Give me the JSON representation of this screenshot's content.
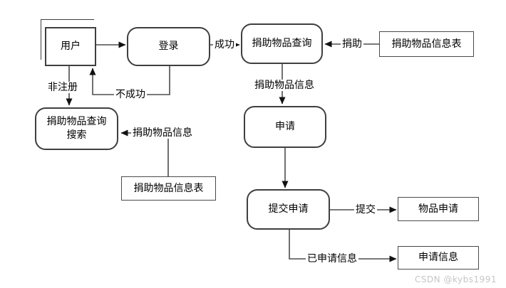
{
  "diagram": {
    "title": "donation-items-application-data-flow-diagram",
    "nodes": {
      "user": {
        "label": "用户",
        "shape": "external-entity"
      },
      "login": {
        "label": "登录",
        "shape": "process"
      },
      "donation_query": {
        "label": "捐助物品查询",
        "shape": "process"
      },
      "donation_info_table_top": {
        "label": "捐助物品信息表",
        "shape": "data-store"
      },
      "donation_query_search": {
        "label": "捐助物品查询搜索",
        "shape": "process"
      },
      "donation_info_table_mid": {
        "label": "捐助物品信息表",
        "shape": "data-store"
      },
      "apply": {
        "label": "申请",
        "shape": "process"
      },
      "submit_apply": {
        "label": "提交申请",
        "shape": "process"
      },
      "item_apply": {
        "label": "物品申请",
        "shape": "data-store"
      },
      "apply_info": {
        "label": "申请信息",
        "shape": "data-store"
      }
    },
    "edges": [
      {
        "from": "user",
        "to": "login",
        "label": ""
      },
      {
        "from": "login",
        "to": "donation_query",
        "label": "成功"
      },
      {
        "from": "donation_info_table_top",
        "to": "donation_query",
        "label": "捐助"
      },
      {
        "from": "donation_query",
        "to": "apply",
        "label": "捐助物品信息"
      },
      {
        "from": "apply",
        "to": "submit_apply",
        "label": ""
      },
      {
        "from": "submit_apply",
        "to": "item_apply",
        "label": "提交"
      },
      {
        "from": "submit_apply",
        "to": "apply_info",
        "label": "已申请信息"
      },
      {
        "from": "login",
        "to": "user",
        "label": "不成功"
      },
      {
        "from": "user",
        "to": "donation_query_search",
        "label": "非注册"
      },
      {
        "from": "donation_info_table_mid",
        "to": "donation_query_search",
        "label": "捐助物品信息"
      }
    ],
    "edge_labels": {
      "success": "成功",
      "fail": "不成功",
      "not_registered": "非注册",
      "donate": "捐助",
      "donation_info_right": "捐助物品信息",
      "donation_info_left": "捐助物品信息",
      "submit": "提交",
      "applied_info": "已申请信息"
    },
    "watermark": "CSDN @kybs1991",
    "colors": {
      "background": "#ffffff",
      "line": "#4d4d4d",
      "arrowhead": "#111111",
      "border": "#3f3f3f",
      "text": "#000000",
      "watermark": "#c6c6c6"
    }
  }
}
